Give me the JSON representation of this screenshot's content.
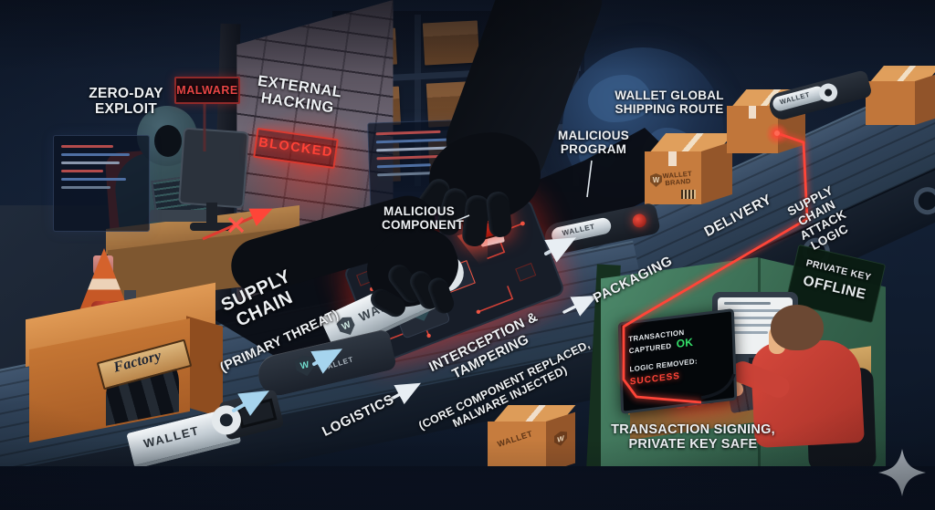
{
  "title": "Hardware wallet supply-chain attack illustration",
  "hacker": {
    "zero_day": "ZERO-DAY\nEXPLOIT",
    "malware": "MALWARE",
    "external_hacking": "EXTERNAL\nHACKING",
    "blocked": "BLOCKED"
  },
  "chain": {
    "supply_chain": "SUPPLY CHAIN",
    "supply_chain_sub": "(PRIMARY THREAT)",
    "factory": "Factory",
    "logistics": "LOGISTICS",
    "interception": "INTERCEPTION & TAMPERING",
    "interception_sub": "(CORE COMPONENT REPLACED,\nMALWARE INJECTED)",
    "packaging": "PACKAGING",
    "delivery": "DELIVERY"
  },
  "shipping": {
    "route": "WALLET GLOBAL\nSHIPPING ROUTE",
    "attack_logic": "SUPPLY CHAIN\nATTACK LOGIC",
    "box_brand": "WALLET\nBRAND"
  },
  "threat": {
    "malicious_program": "MALICIOUS\nPROGRAM",
    "malicious_component": "MALICIOUS\nCOMPONENT"
  },
  "safe": {
    "private_key": "PRIVATE KEY",
    "offline": "OFFLINE",
    "signing": "TRANSACTION SIGNING,\nPRIVATE KEY SAFE",
    "screen_line1": "TRANSACTION CAPTURED",
    "screen_ok": "OK",
    "screen_line2": "LOGIC REMOVED:",
    "screen_line3": "SUCCESS"
  },
  "device": {
    "wallet": "WALLET",
    "initial": "W"
  },
  "icons": {
    "check": "✓",
    "skull": "☠"
  },
  "colors": {
    "background": "#121f33",
    "accent_red": "#e23a2e",
    "glow_red": "#ff3b2e",
    "arrow_blue": "#9fd0ec",
    "safe_green": "#3f7a5d",
    "check_green": "#2ea35f",
    "box_orange": "#c97f43",
    "belt": "#2f4156",
    "text": "#f2f4f6"
  }
}
